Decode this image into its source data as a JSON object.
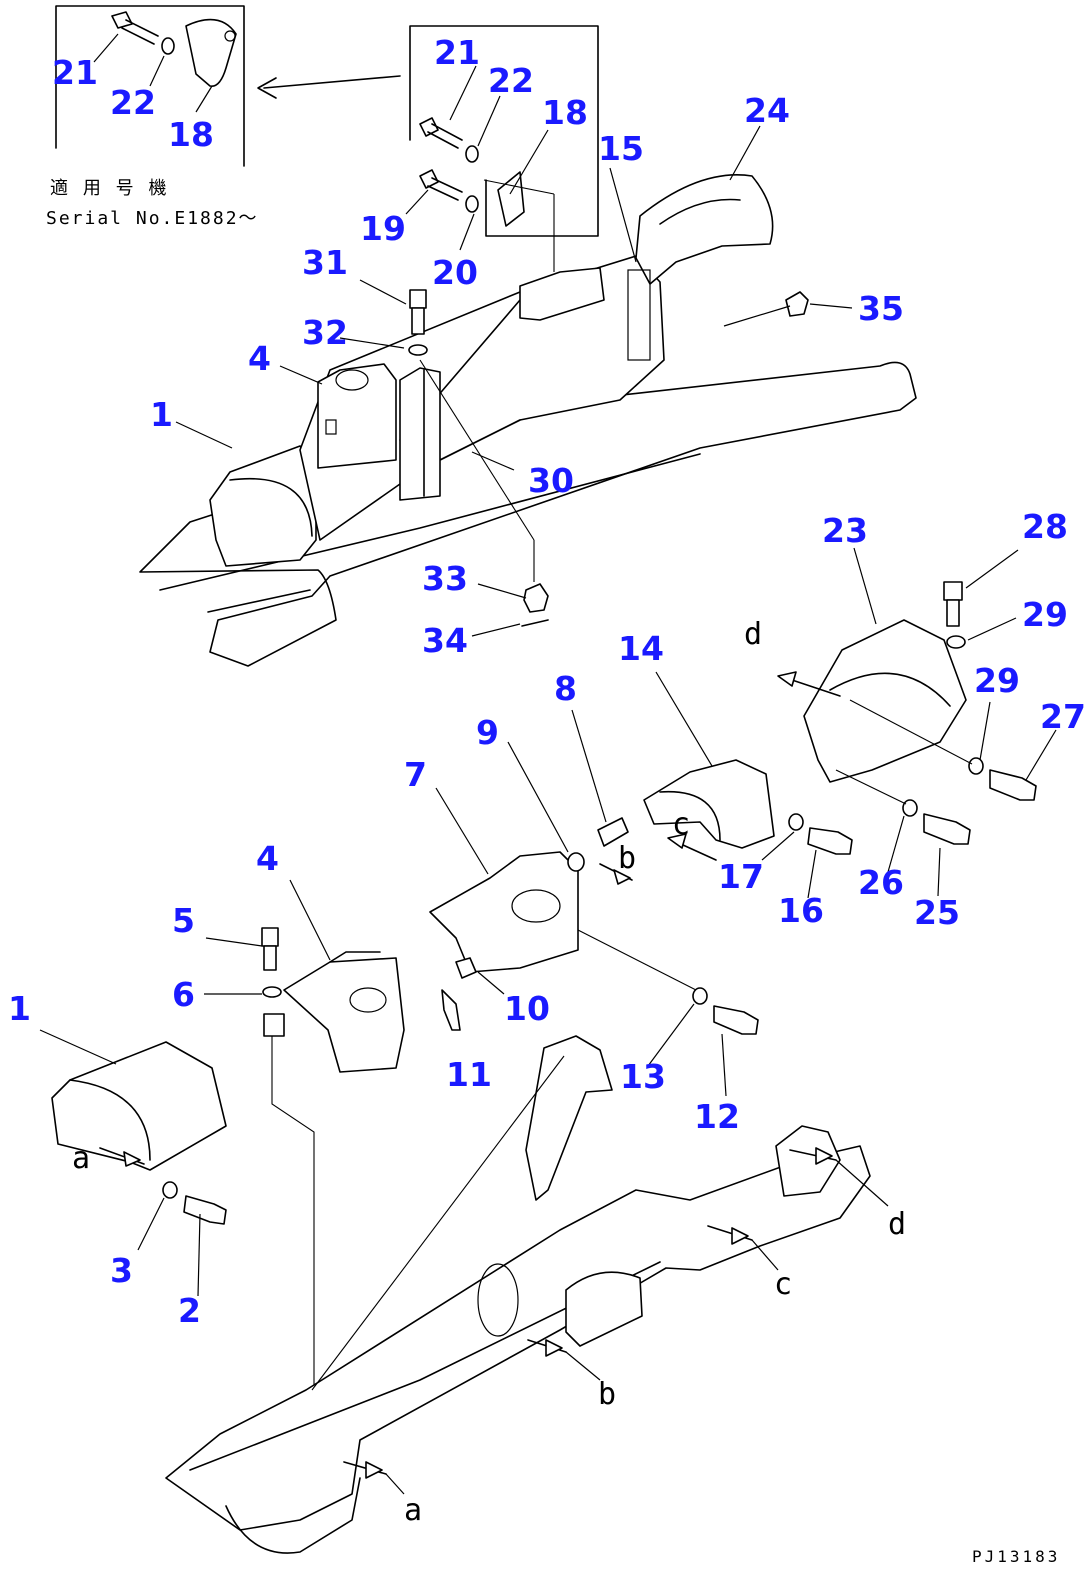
{
  "callouts": {
    "c1a": "1",
    "c1b": "1",
    "c2": "2",
    "c3": "3",
    "c4a": "4",
    "c4b": "4",
    "c5": "5",
    "c6": "6",
    "c7": "7",
    "c8": "8",
    "c9": "9",
    "c10": "10",
    "c11": "11",
    "c12": "12",
    "c13": "13",
    "c14": "14",
    "c15": "15",
    "c16": "16",
    "c17": "17",
    "c18a": "18",
    "c18b": "18",
    "c19": "19",
    "c20": "20",
    "c21a": "21",
    "c21b": "21",
    "c22a": "22",
    "c22b": "22",
    "c23": "23",
    "c24": "24",
    "c25": "25",
    "c26": "26",
    "c27": "27",
    "c28": "28",
    "c29a": "29",
    "c29b": "29",
    "c30": "30",
    "c31": "31",
    "c32": "32",
    "c33": "33",
    "c34": "34",
    "c35": "35"
  },
  "refs": {
    "a1": "a",
    "a2": "a",
    "b1": "b",
    "b2": "b",
    "c1": "c",
    "c2": "c",
    "d1": "d",
    "d2": "d"
  },
  "inset": {
    "applicability": "適 用 号 機",
    "serial": "Serial No.E1882～"
  },
  "drawing_code": "PJ13183",
  "colors": {
    "callout": "#1a1aff",
    "line": "#000000",
    "background": "#ffffff"
  }
}
